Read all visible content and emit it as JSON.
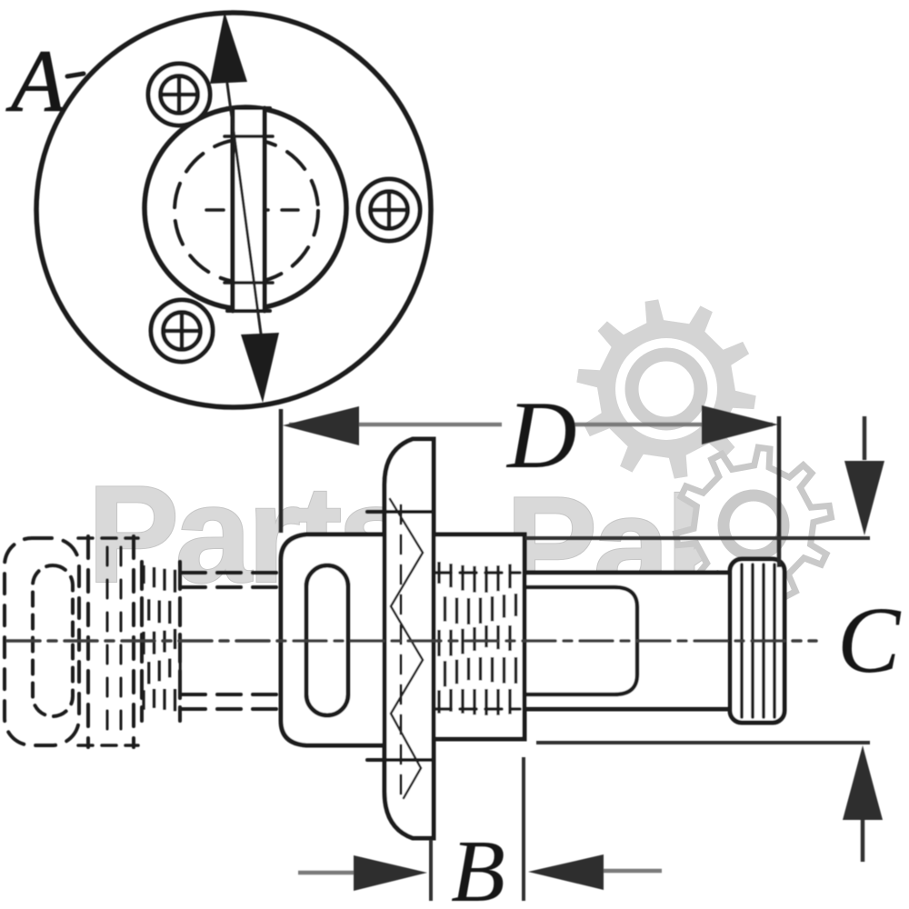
{
  "page": {
    "background_color": "#ffffff",
    "content_type": "technical-part-drawing"
  },
  "diagram": {
    "ink_color": "#1c1c1c",
    "dimension_line_color": "#7a7a7a",
    "extension_line_color": "#333333",
    "arrowhead_color": "#2d2d2d",
    "dimension_labels": {
      "a": "A",
      "b": "B",
      "c": "C",
      "d": "D"
    },
    "front_view": {
      "screw_icons": [
        "phillips-screw-icon",
        "phillips-screw-icon",
        "phillips-screw-icon"
      ],
      "features": [
        "outer-flange-circle",
        "inner-bore-circle",
        "hidden-dashed-circle",
        "toggle-bar",
        "diameter-arrow"
      ]
    },
    "side_view": {
      "features": [
        "hidden-toggle-outline",
        "hidden-thread-section",
        "housing-with-slot",
        "flange-profile",
        "threaded-nut",
        "barrel-body",
        "knurled-end-cap",
        "centerline"
      ]
    }
  },
  "watermark": {
    "text_primary": "Parts",
    "text_secondary": "Pak",
    "text_color": "#d9d9d9",
    "gear_color": "#cdcdcd",
    "icons": [
      "gear-icon",
      "gear-icon"
    ]
  }
}
